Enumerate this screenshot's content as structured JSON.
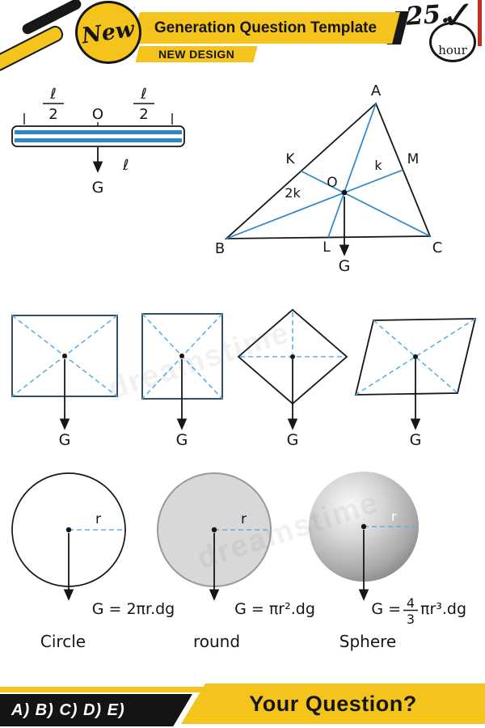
{
  "header": {
    "new_badge": "New",
    "title": "Generation Question Template",
    "subtitle": "NEW DESIGN",
    "number": "25.",
    "checkmark": "✓",
    "hour": "hour"
  },
  "rod": {
    "left_fraction": {
      "num": "ℓ",
      "den": "2"
    },
    "right_fraction": {
      "num": "ℓ",
      "den": "2"
    },
    "origin": "O",
    "length": "ℓ",
    "g": "G"
  },
  "triangle": {
    "vertex_a": "A",
    "vertex_b": "B",
    "vertex_c": "C",
    "midpoint_k": "K",
    "midpoint_m": "M",
    "midpoint_l": "L",
    "centroid": "O",
    "segment_k": "k",
    "segment_2k": "2k",
    "g": "G"
  },
  "flat_shapes": {
    "names": [
      "rectangle",
      "square",
      "diamond",
      "parallelogram"
    ],
    "labels": [
      "G",
      "G",
      "G",
      "G"
    ]
  },
  "round_shapes": [
    {
      "radius": "r",
      "formula": "G = 2πr.dg",
      "caption": "Circle"
    },
    {
      "radius": "r",
      "formula": "G = πr².dg",
      "caption": "round"
    },
    {
      "radius": "r",
      "formula_prefix": "G =",
      "frac_num": "4",
      "frac_den": "3",
      "formula_suffix": "πr³.dg",
      "caption": "Sphere"
    }
  ],
  "footer": {
    "options": "A) B) C) D) E)",
    "question": "Your Question?"
  },
  "watermark": "dreamstime",
  "colors": {
    "yellow": "#f4c41c",
    "blue": "#2b87c8",
    "lightblue": "#5fb0e0",
    "navy": "#1c3c55",
    "red": "#c62f1f",
    "gray": "#d8d8d8"
  }
}
